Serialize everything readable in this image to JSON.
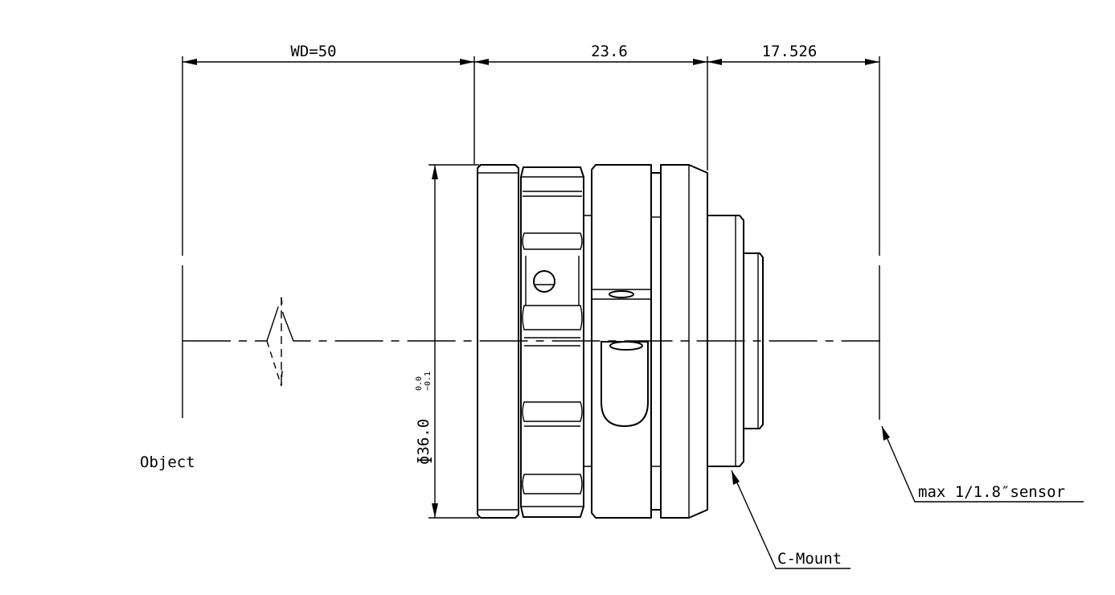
{
  "dimensions": {
    "working_distance": "WD=50",
    "lens_length": "23.6",
    "flange_distance": "17.526",
    "diameter": "ɸ36.0",
    "tolerance_upper": "0.0",
    "tolerance_lower": "−0.1"
  },
  "labels": {
    "object": "Object",
    "mount": "C-Mount",
    "sensor": "max 1/1.8″sensor"
  },
  "colors": {
    "line": "#000000",
    "background": "#ffffff"
  }
}
